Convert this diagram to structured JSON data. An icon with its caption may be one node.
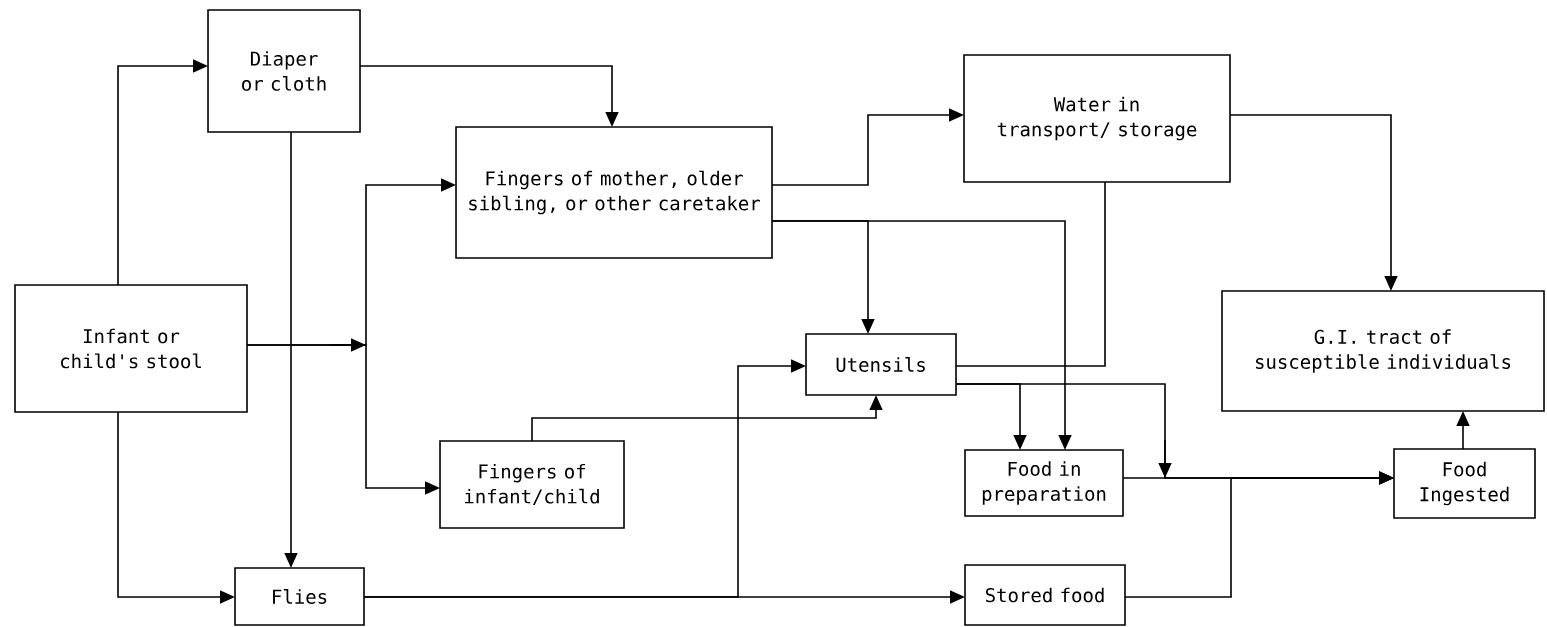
{
  "diagram": {
    "nodes": [
      {
        "text": [
          "Diaper or cloth"
        ]
      },
      {
        "text": [
          "Fingers of mother, older sibling, or other caretaker"
        ]
      },
      {
        "text": [
          "Water in transport/ storage"
        ]
      },
      {
        "text": [
          "Infant or child's stool"
        ]
      },
      {
        "text": [
          "Utensils"
        ]
      },
      {
        "text": [
          "G.I. tract of susceptible individuals"
        ]
      },
      {
        "text": [
          "Fingers of infant/child"
        ]
      },
      {
        "text": [
          "Food in preparation"
        ]
      },
      {
        "text": [
          "Food Ingested"
        ]
      },
      {
        "text": [
          "Flies"
        ]
      },
      {
        "text": [
          "Stored food"
        ]
      }
    ],
    "edges": [
      {
        "from": 3,
        "to": 0,
        "arrow": "to"
      },
      {
        "from": 0,
        "to": 1,
        "arrow": "to"
      },
      {
        "from": 0,
        "to": 9,
        "arrow": "to"
      },
      {
        "from": 3,
        "to": 9,
        "arrow": "to"
      },
      {
        "from": 3,
        "to": 1,
        "arrow": "to"
      },
      {
        "from": 3,
        "to": 6,
        "arrow": "to"
      },
      {
        "from": 1,
        "to": 2,
        "arrow": "to"
      },
      {
        "from": 1,
        "to": 4,
        "arrow": "to"
      },
      {
        "from": 1,
        "to": 7,
        "arrow": "to"
      },
      {
        "from": 2,
        "to": 4,
        "arrow": "none"
      },
      {
        "from": 2,
        "to": 5,
        "arrow": "to"
      },
      {
        "from": 6,
        "to": 4,
        "arrow": "to"
      },
      {
        "from": 9,
        "to": 4,
        "arrow": "to"
      },
      {
        "from": 9,
        "to": 10,
        "arrow": "to"
      },
      {
        "from": 4,
        "to": 7,
        "arrow": "to"
      },
      {
        "from": 4,
        "to": 8,
        "arrow": "to"
      },
      {
        "from": 7,
        "to": 8,
        "arrow": "to"
      },
      {
        "from": 10,
        "to": 8,
        "arrow": "to"
      },
      {
        "from": 8,
        "to": 5,
        "arrow": "to"
      }
    ]
  }
}
